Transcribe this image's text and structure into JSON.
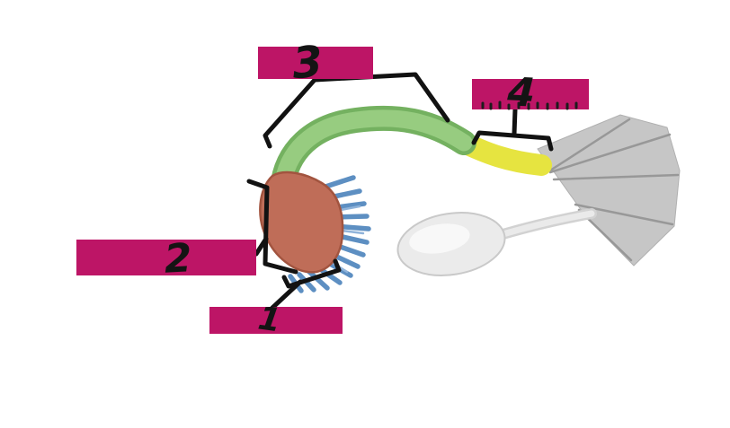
{
  "figure": {
    "description": "Anatomy quiz diagram of a uterine (fallopian) tube with four numbered answer boxes covering the labels",
    "labels": {
      "l1": "1",
      "l2": "2",
      "l3": "3",
      "l4": "4"
    },
    "colors": {
      "box": "#bd1566",
      "bracket": "#121212",
      "number_ink": "#141414",
      "tube_green": "#97cc80",
      "tube_green_dark": "#74b160",
      "segment_yellow": "#e6e440",
      "infundibulum_red": "#bf6d58",
      "infundibulum_edge": "#a2543f",
      "fimbriae_blue": "#5d8fc2",
      "fimbriae_light": "#8fb3da",
      "tissue_gray": "#c6c6c6",
      "tissue_gray_dark": "#989898",
      "ligament": "#d2d2d2",
      "ligament_light": "#eaeaea",
      "ovary_fill": "#ebebeb",
      "ovary_edge": "#c9c9c9",
      "obscured_text": "#1c1c1c"
    }
  }
}
